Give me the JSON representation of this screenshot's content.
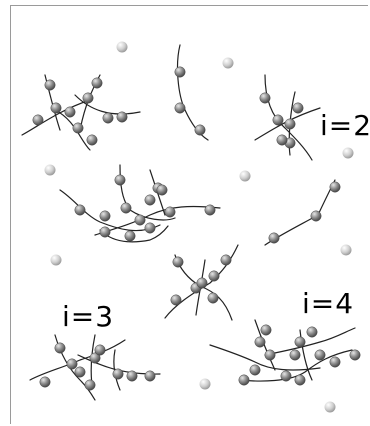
{
  "labels": {
    "i2": "i=2",
    "i3": "i=3",
    "i4": "i=4"
  },
  "colors": {
    "bead": "#888888",
    "free_bead": "#c8c8c8",
    "chain": "#222222"
  }
}
